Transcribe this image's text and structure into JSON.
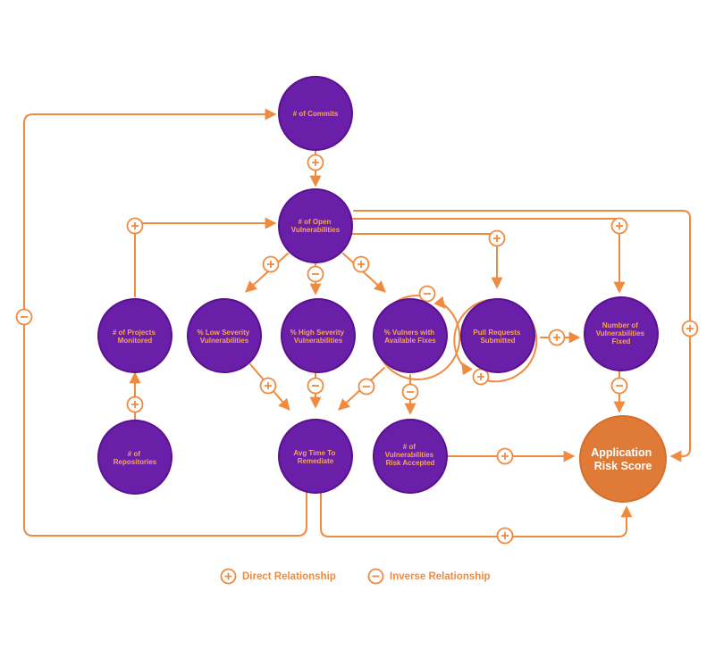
{
  "colors": {
    "node": "#6a1fa8",
    "node_edge": "#5a1190",
    "accent": "#f08a3e",
    "outcome": "#e07b37",
    "label": "#f7a55a"
  },
  "nodes": {
    "commits": [
      "# of Commits"
    ],
    "open_vulns": [
      "# of Open",
      "Vulnerabilities"
    ],
    "projects": [
      "# of Projects",
      "Monitored"
    ],
    "low_sev": [
      "% Low Severity",
      "Vulnerabilities"
    ],
    "high_sev": [
      "% High Severity",
      "Vulnerabilities"
    ],
    "avail_fixes": [
      "% Vulners with",
      "Available Fixes"
    ],
    "pull_requests": [
      "Pull Requests",
      "Submitted"
    ],
    "vulns_fixed": [
      "Number of",
      "Vulnerabilities",
      "Fixed"
    ],
    "repositories": [
      "# of",
      "Repositories"
    ],
    "avg_time": [
      "Avg Time To",
      "Remediate"
    ],
    "risk_accepted": [
      "# of",
      "Vulnerabilities",
      "Risk Accepted"
    ],
    "risk_score": [
      "Application",
      "Risk Score"
    ]
  },
  "legend": {
    "direct_label": "Direct Relationship",
    "inverse_label": "Inverse Relationship"
  }
}
